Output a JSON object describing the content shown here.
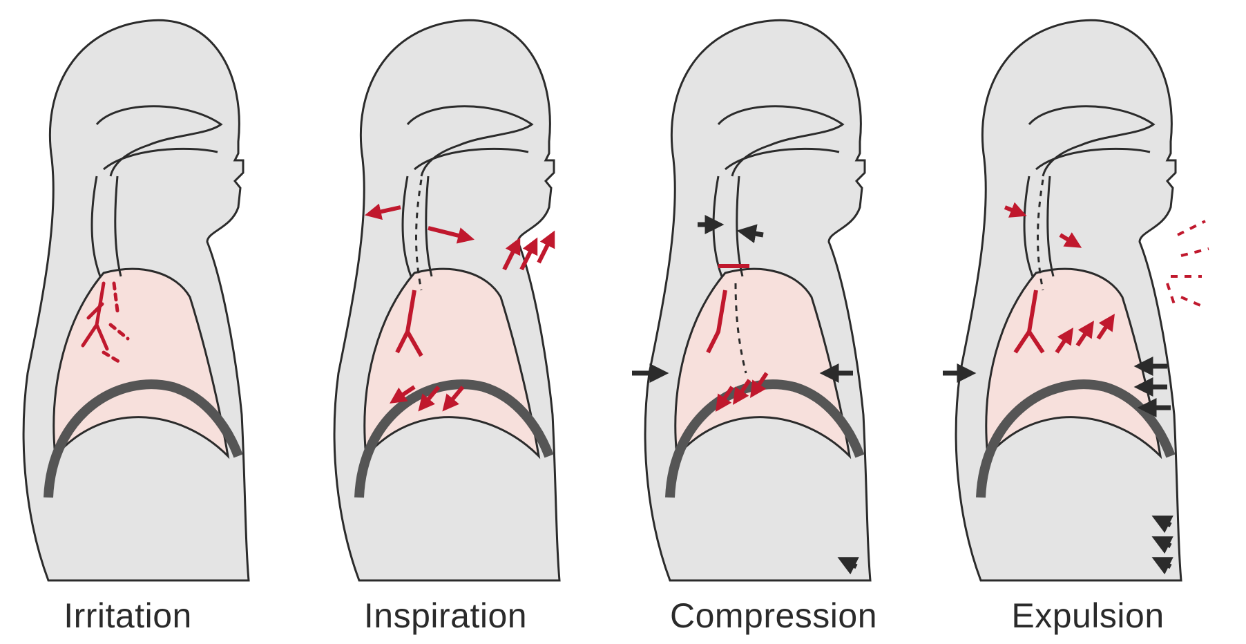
{
  "figure": {
    "panels": [
      {
        "id": "irritation",
        "label": "Irritation"
      },
      {
        "id": "inspiration",
        "label": "Inspiration"
      },
      {
        "id": "compression",
        "label": "Compression"
      },
      {
        "id": "expulsion",
        "label": "Expulsion"
      }
    ]
  },
  "colors": {
    "body_fill": "#e4e4e4",
    "lung_fill": "#f7e0dc",
    "outline": "#2b2b2b",
    "diaphragm": "#555555",
    "airflow_arrow": "#c0182d",
    "force_arrow": "#2b2b2b"
  }
}
